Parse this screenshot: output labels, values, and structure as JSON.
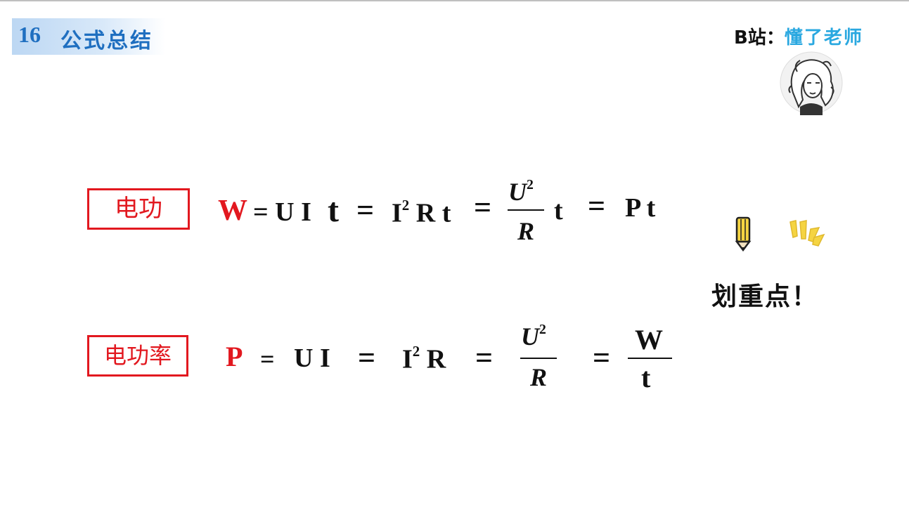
{
  "header": {
    "number": "16",
    "title": "公式总结"
  },
  "channel": {
    "prefix": "B站：",
    "name": "懂了老师"
  },
  "work": {
    "label": "电功",
    "lhs": "W",
    "eq1": "= U I",
    "t1": "t",
    "eq2": "=",
    "i": "I",
    "exp2": "2",
    "rt": "R t",
    "eq3": "=",
    "frac_num_u": "U",
    "frac_num_exp": "2",
    "frac_den": "R",
    "after_frac": "t",
    "eq4": "=",
    "pt": "P t"
  },
  "power": {
    "label": "电功率",
    "lhs": "P",
    "eq1": "=",
    "ui": "U I",
    "eq2": "=",
    "i": "I",
    "exp2": "2",
    "r": "R",
    "eq3": "=",
    "frac_num_u": "U",
    "frac_num_exp": "2",
    "frac_den": "R",
    "eq4": "=",
    "frac2_num": "W",
    "frac2_den": "t"
  },
  "emphasis": {
    "text": "划重点！"
  },
  "colors": {
    "accent_red": "#e2181f",
    "title_blue": "#1f6fc0",
    "channel_blue": "#2aa8e0",
    "pencil_yellow": "#f5d442"
  },
  "icons": [
    "avatar-icon",
    "pencil-icon",
    "emphasis-marks-icon"
  ]
}
